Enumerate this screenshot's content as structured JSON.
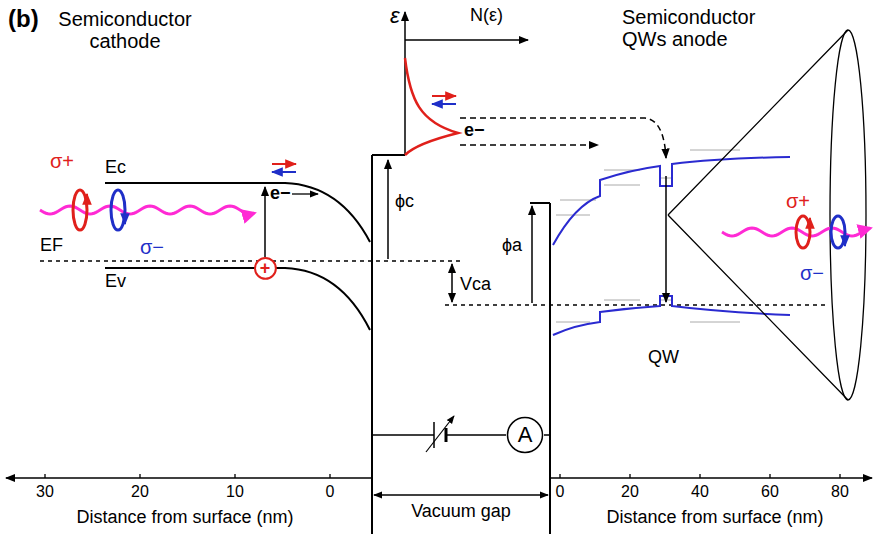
{
  "diagram": {
    "nodes": [
      {
        "text": [
          "+"
        ]
      },
      {
        "text": [
          "A"
        ]
      }
    ],
    "labels": [
      "(b)",
      "Semiconductor cathode",
      "ε",
      "N(ε)",
      "Semiconductor QWs anode",
      "Ec",
      "e−",
      "σ+",
      "σ−",
      "EF",
      "Ev",
      "ϕc",
      "Vca",
      "ϕa",
      "e−",
      "QW",
      "σ+",
      "σ−",
      "Vacuum gap",
      "30",
      "20",
      "10",
      "0",
      "0",
      "20",
      "40",
      "60",
      "80",
      "Distance from surface (nm)",
      "Distance from surface (nm)"
    ]
  }
}
